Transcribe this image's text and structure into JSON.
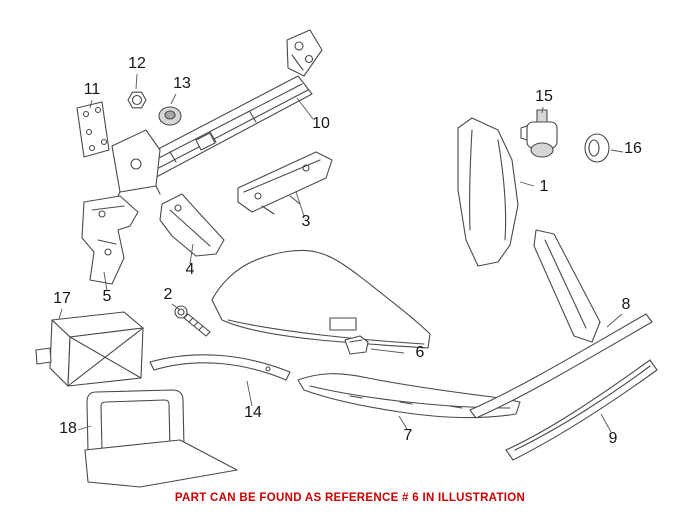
{
  "labels": {
    "p1": "1",
    "p2": "2",
    "p3": "3",
    "p4": "4",
    "p5": "5",
    "p6": "6",
    "p7": "7",
    "p8": "8",
    "p9": "9",
    "p10": "10",
    "p11": "11",
    "p12": "12",
    "p13": "13",
    "p14": "14",
    "p15": "15",
    "p16": "16",
    "p17": "17",
    "p18": "18"
  },
  "footer": {
    "note": "PART CAN BE FOUND AS REFERENCE # 6 IN ILLUSTRATION",
    "color": "#cc0000"
  }
}
